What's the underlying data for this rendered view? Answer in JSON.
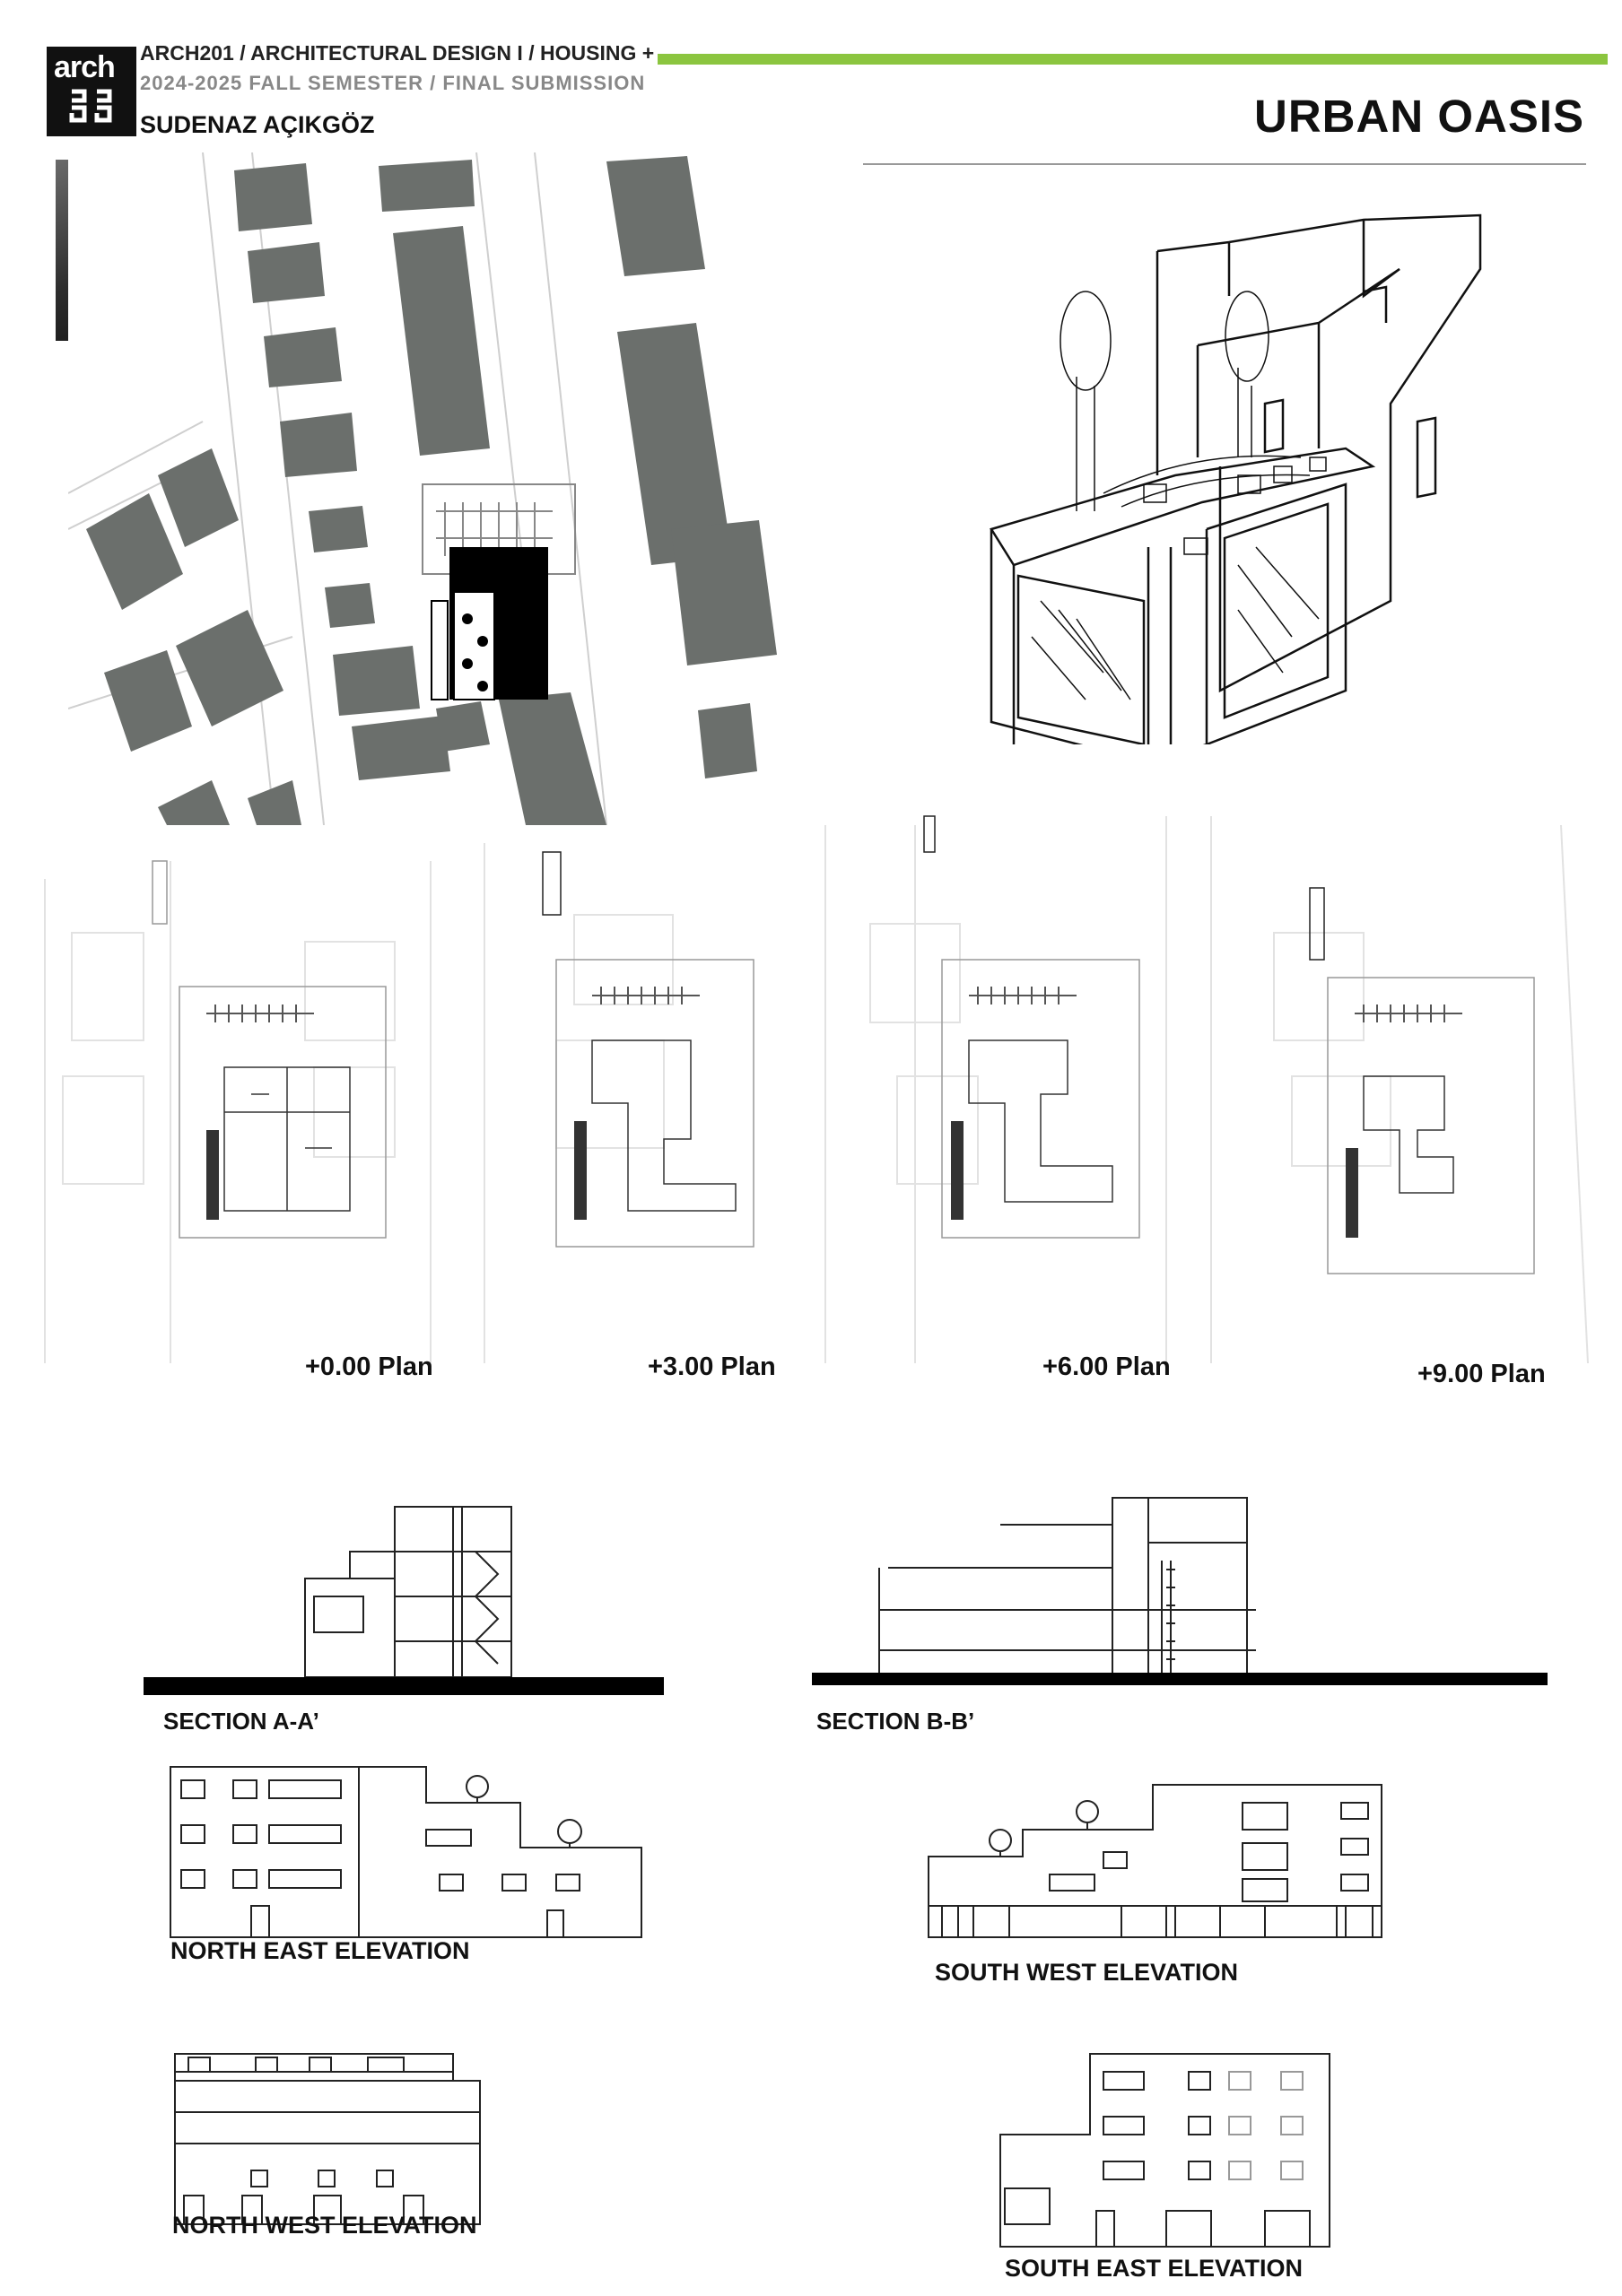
{
  "header": {
    "logo_text": "arch",
    "course_line": "ARCH201 / ARCHITECTURAL DESIGN I / HOUSING +",
    "semester_line": "2024-2025 FALL SEMESTER / FINAL SUBMISSION",
    "author": "SUDENAZ AÇIKGÖZ",
    "project_title": "URBAN OASIS",
    "accent_color": "#8bc53f"
  },
  "plans": [
    {
      "label": "+0.00 Plan"
    },
    {
      "label": "+3.00 Plan"
    },
    {
      "label": "+6.00 Plan"
    },
    {
      "label": "+9.00 Plan"
    }
  ],
  "sections": [
    {
      "label": "SECTION A-A’"
    },
    {
      "label": "SECTION B-B’"
    }
  ],
  "elevations": [
    {
      "label": "NORTH EAST ELEVATION"
    },
    {
      "label": "SOUTH WEST ELEVATION"
    },
    {
      "label": "NORTH WEST ELEVATION"
    },
    {
      "label": "SOUTH EAST ELEVATION"
    }
  ]
}
